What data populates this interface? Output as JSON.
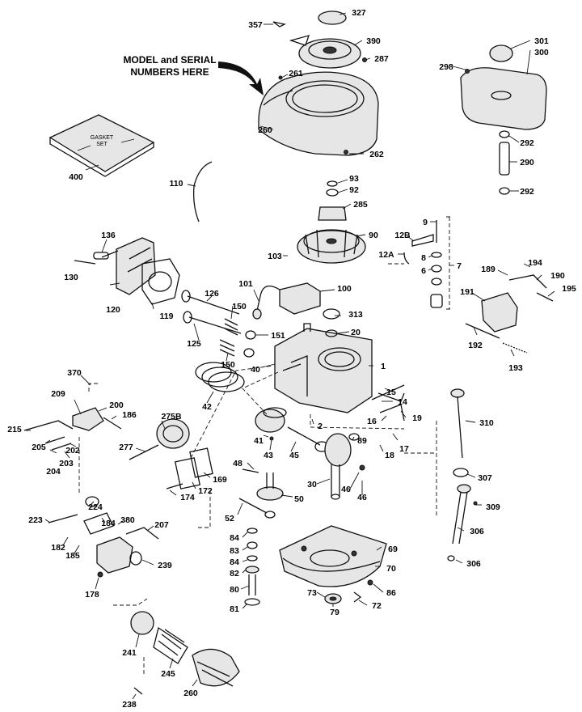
{
  "annotation": {
    "line1": "MODEL and SERIAL",
    "line2": "NUMBERS HERE"
  },
  "gasket_set": {
    "line1": "GASKET",
    "line2": "SET"
  },
  "callouts": {
    "p357": "357",
    "p327": "327",
    "p390": "390",
    "p287": "287",
    "p261": "261",
    "p260": "260",
    "p262": "262",
    "p298": "298",
    "p301": "301",
    "p300": "300",
    "p292a": "292",
    "p290": "290",
    "p292b": "292",
    "p400": "400",
    "p110": "110",
    "p93": "93",
    "p92": "92",
    "p285": "285",
    "p90": "90",
    "p136": "136",
    "p130": "130",
    "p120": "120",
    "p119": "119",
    "p9": "9",
    "p12B": "12B",
    "p12A": "12A",
    "p8": "8",
    "p6": "6",
    "p7": "7",
    "p103": "103",
    "p101": "101",
    "p100": "100",
    "p189": "189",
    "p194": "194",
    "p190": "190",
    "p195": "195",
    "p191": "191",
    "p192": "192",
    "p193": "193",
    "p126": "126",
    "p150a": "150",
    "p151": "151",
    "p125": "125",
    "p150b": "150",
    "p313": "313",
    "p20": "20",
    "p40": "40",
    "p1": "1",
    "p15": "15",
    "p14": "14",
    "p42": "42",
    "p370": "370",
    "p209": "209",
    "p200": "200",
    "p186": "186",
    "p275B": "275B",
    "p215": "215",
    "p205": "205",
    "p202": "202",
    "p204": "204",
    "p203": "203",
    "p277": "277",
    "p2": "2",
    "p41": "41",
    "p43": "43",
    "p45": "45",
    "p16": "16",
    "p19": "19",
    "p89": "89",
    "p17": "17",
    "p18": "18",
    "p310": "310",
    "p48": "48",
    "p169": "169",
    "p172": "172",
    "p174": "174",
    "p30": "30",
    "p46a": "46",
    "p46b": "46",
    "p307": "307",
    "p50": "50",
    "p224": "224",
    "p52": "52",
    "p309": "309",
    "p223": "223",
    "p184": "184",
    "p380": "380",
    "p207": "207",
    "p182": "182",
    "p185": "185",
    "p84a": "84",
    "p83": "83",
    "p84b": "84",
    "p69": "69",
    "p306a": "306",
    "p82": "82",
    "p70": "70",
    "p306b": "306",
    "p239": "239",
    "p178": "178",
    "p80": "80",
    "p73": "73",
    "p86": "86",
    "p81": "81",
    "p79": "79",
    "p72": "72",
    "p241": "241",
    "p245": "245",
    "p260b": "260",
    "p238": "238"
  }
}
